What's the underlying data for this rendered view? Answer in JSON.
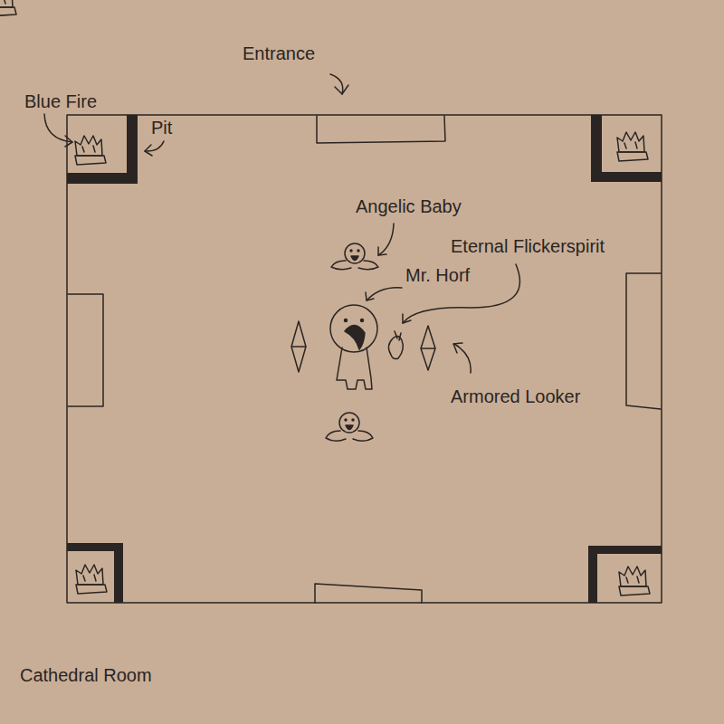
{
  "diagram": {
    "caption": "Cathedral Room",
    "labels": [
      "Entrance",
      "Blue Fire",
      "Pit",
      "Angelic Baby",
      "Eternal Flickerspirit",
      "Mr. Horf",
      "Armored Looker"
    ]
  }
}
